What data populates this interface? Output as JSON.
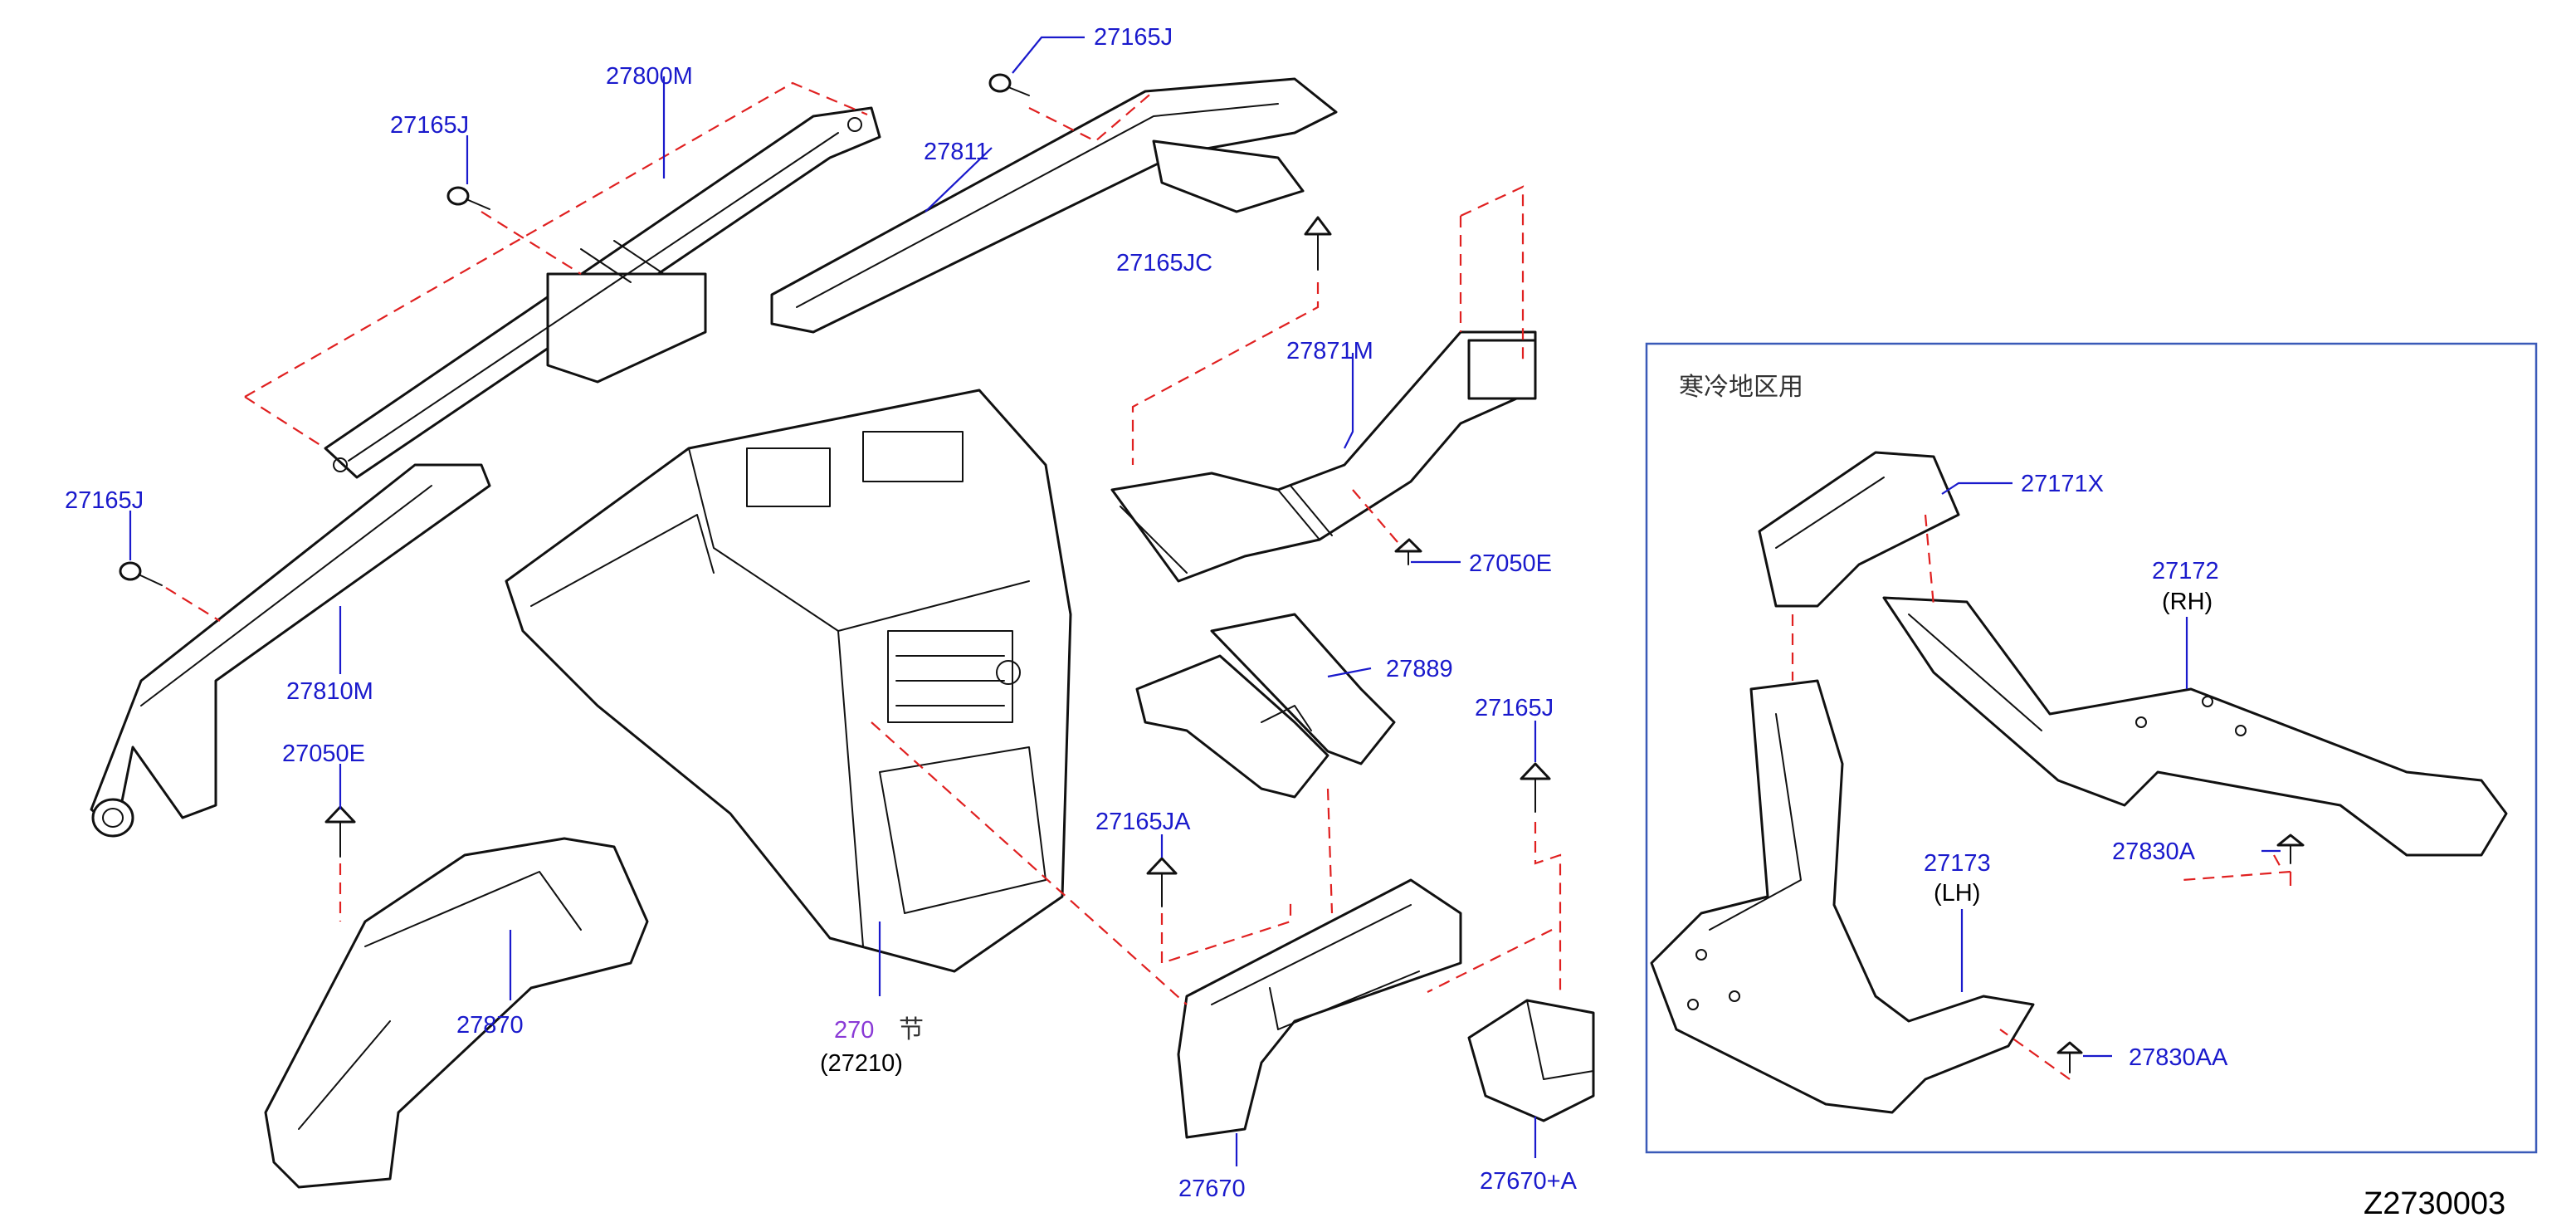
{
  "labels": {
    "l_27165J_a": "27165J",
    "l_27800M": "27800M",
    "l_27165J_b": "27165J",
    "l_27811": "27811",
    "l_27165JC": "27165JC",
    "l_27871M": "27871M",
    "l_27050E_a": "27050E",
    "l_27165J_c": "27165J",
    "l_27810M": "27810M",
    "l_27050E_b": "27050E",
    "l_27870": "27870",
    "l_270": "270",
    "l_270_mark": "节",
    "l_27210": "(27210)",
    "l_27889": "27889",
    "l_27165J_d": "27165J",
    "l_27165JA": "27165JA",
    "l_27670": "27670",
    "l_27670A": "27670+A",
    "l_27171X": "27171X",
    "l_27172": "27172",
    "l_RH": "(RH)",
    "l_27830A": "27830A",
    "l_27173": "27173",
    "l_LH": "(LH)",
    "l_27830AA": "27830AA"
  },
  "inset_title": "寒冷地区用",
  "figure_id": "Z2730003"
}
